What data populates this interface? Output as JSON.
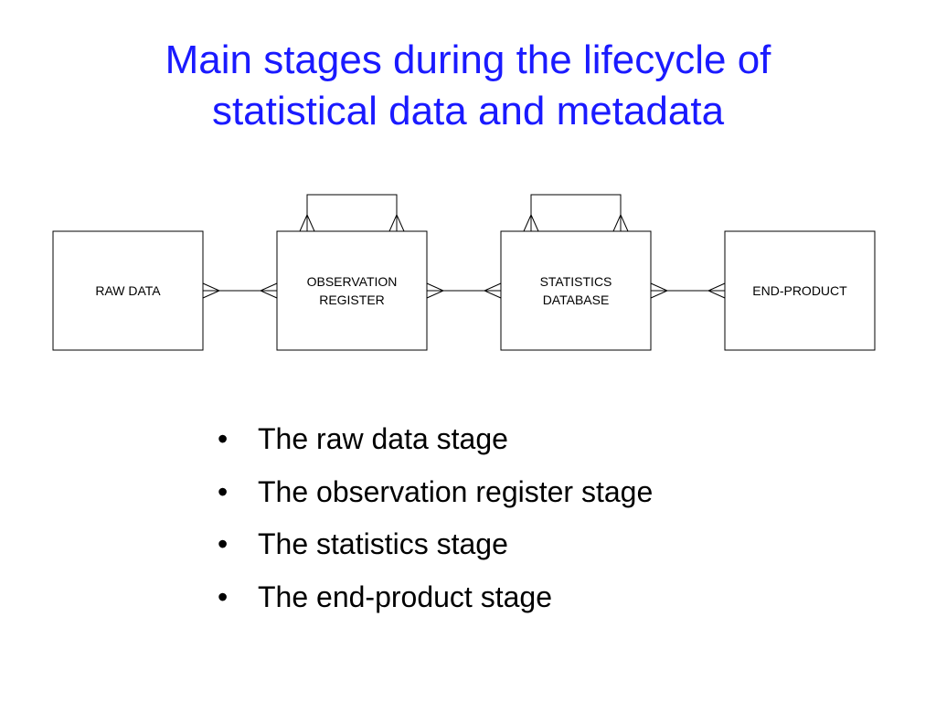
{
  "title": {
    "line1": "Main stages during the lifecycle of",
    "line2": "statistical data and metadata"
  },
  "colors": {
    "title": "#1a1aff",
    "line": "#000000",
    "box_fill": "#ffffff"
  },
  "diagram": {
    "stages": [
      {
        "id": "raw-data",
        "lines": [
          "RAW DATA"
        ],
        "self_loop": false
      },
      {
        "id": "observation-register",
        "lines": [
          "OBSERVATION",
          "REGISTER"
        ],
        "self_loop": true
      },
      {
        "id": "statistics-database",
        "lines": [
          "STATISTICS",
          "DATABASE"
        ],
        "self_loop": true
      },
      {
        "id": "end-product",
        "lines": [
          "END-PRODUCT"
        ],
        "self_loop": false
      }
    ],
    "connector_notation": "crow-foot many-to-many"
  },
  "bullets": {
    "marker": "•",
    "items": [
      "The raw data stage",
      "The observation register stage",
      "The statistics stage",
      "The end-product stage"
    ]
  }
}
